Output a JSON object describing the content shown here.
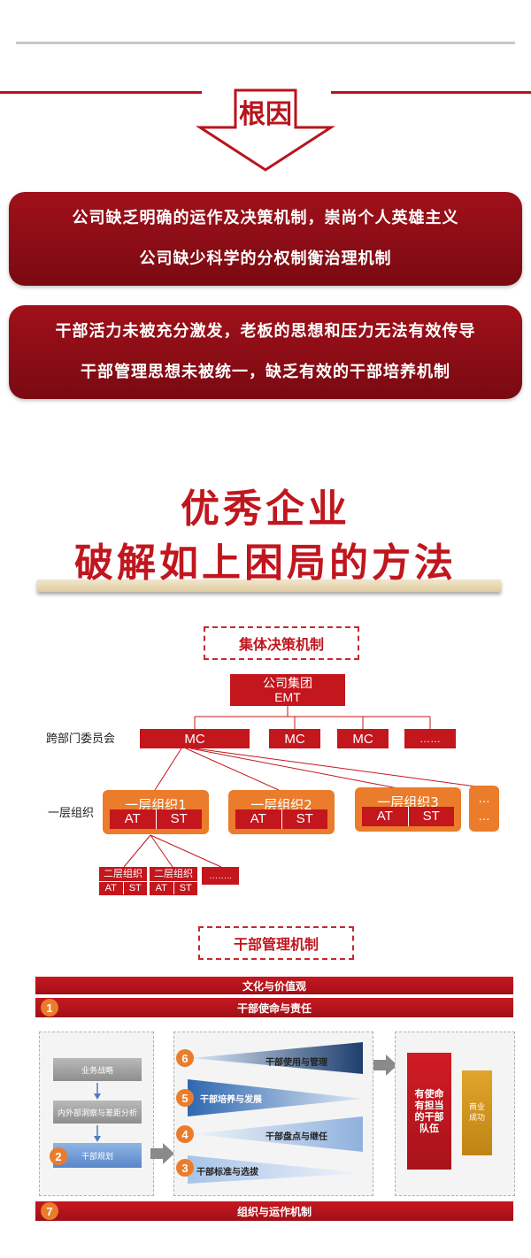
{
  "root_cause": {
    "label": "根因",
    "banner1": [
      "公司缺乏明确的运作及决策机制，崇尚个人英雄主义",
      "公司缺少科学的分权制衡治理机制"
    ],
    "banner2": [
      "干部活力未被充分激发，老板的思想和压力无法有效传导",
      "干部管理思想未被统一，缺乏有效的干部培养机制"
    ]
  },
  "title": {
    "line1": "优秀企业",
    "line2": "破解如上困局的方法"
  },
  "collective": {
    "heading": "集体决策机制",
    "top_line1": "公司集团",
    "top_line2": "EMT",
    "row_label_committee": "跨部门委员会",
    "mc": [
      "MC",
      "MC",
      "MC",
      "……"
    ],
    "row_label_org": "一层组织",
    "orgs": [
      {
        "title": "一层组织1",
        "at": "AT",
        "st": "ST"
      },
      {
        "title": "一层组织2",
        "at": "AT",
        "st": "ST"
      },
      {
        "title": "一层组织3",
        "at": "AT",
        "st": "ST"
      }
    ],
    "orgs_more": [
      "…",
      "…"
    ],
    "subs": [
      {
        "title": "二层组织",
        "at": "AT",
        "st": "ST"
      },
      {
        "title": "二层组织",
        "at": "AT",
        "st": "ST"
      }
    ],
    "subs_more": "……..",
    "colors": {
      "red": "#c4161d",
      "orange": "#ea7c2b"
    }
  },
  "cadre": {
    "heading": "干部管理机制",
    "culture": "文化与价值观",
    "mission_num": "1",
    "mission": "干部使命与责任",
    "left_steps": [
      "业务战略",
      "内外部洞察与差距分析"
    ],
    "plan_num": "2",
    "plan": "干部规划",
    "items": [
      {
        "num": "6",
        "label": "干部使用与管理"
      },
      {
        "num": "5",
        "label": "干部培养与发展"
      },
      {
        "num": "4",
        "label": "干部盘点与继任"
      },
      {
        "num": "3",
        "label": "干部标准与选拔"
      }
    ],
    "team": [
      "有使命",
      "有担当",
      "的干部",
      "队伍"
    ],
    "success": [
      "商业",
      "成功"
    ],
    "org_num": "7",
    "org": "组织与运作机制"
  }
}
